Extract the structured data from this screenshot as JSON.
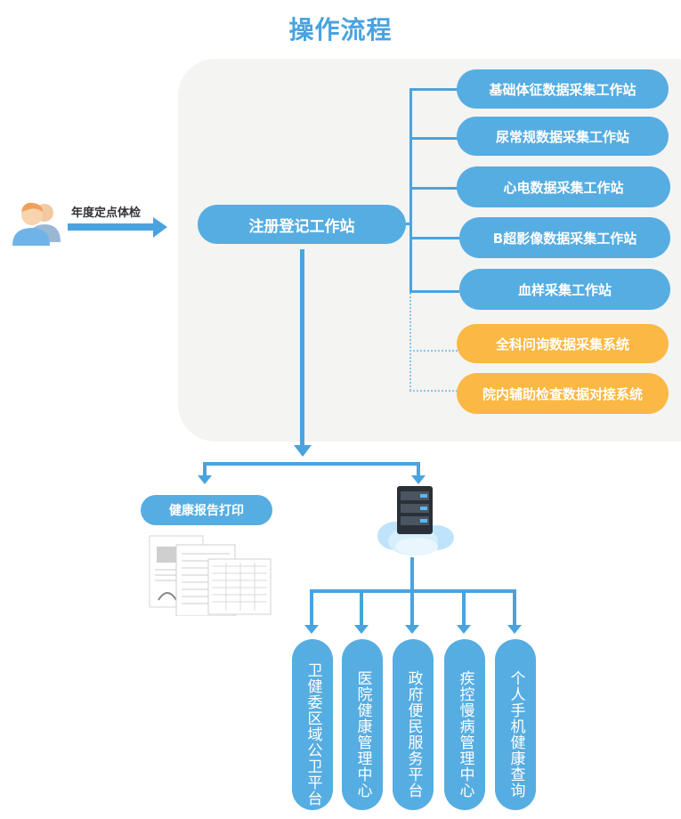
{
  "title": "操作流程",
  "entry_label": "年度定点体检",
  "registration": "注册登记工作站",
  "stations": [
    {
      "label": "基础体征数据采集工作站",
      "kind": "blue"
    },
    {
      "label": "尿常规数据采集工作站",
      "kind": "blue"
    },
    {
      "label": "心电数据采集工作站",
      "kind": "blue"
    },
    {
      "label": "B超影像数据采集工作站",
      "kind": "blue"
    },
    {
      "label": "血样采集工作站",
      "kind": "blue"
    },
    {
      "label": "全科问询数据采集系统",
      "kind": "orange"
    },
    {
      "label": "院内辅助检查数据对接系统",
      "kind": "orange"
    }
  ],
  "report_print": "健康报告打印",
  "platforms": [
    "卫健委区域公卫平台",
    "医院健康管理中心",
    "政府便民服务平台",
    "疾控慢病管理中心",
    "个人手机健康查询"
  ],
  "colors": {
    "blue": "#56ade2",
    "orange": "#fbb844",
    "title": "#4aa3df"
  }
}
